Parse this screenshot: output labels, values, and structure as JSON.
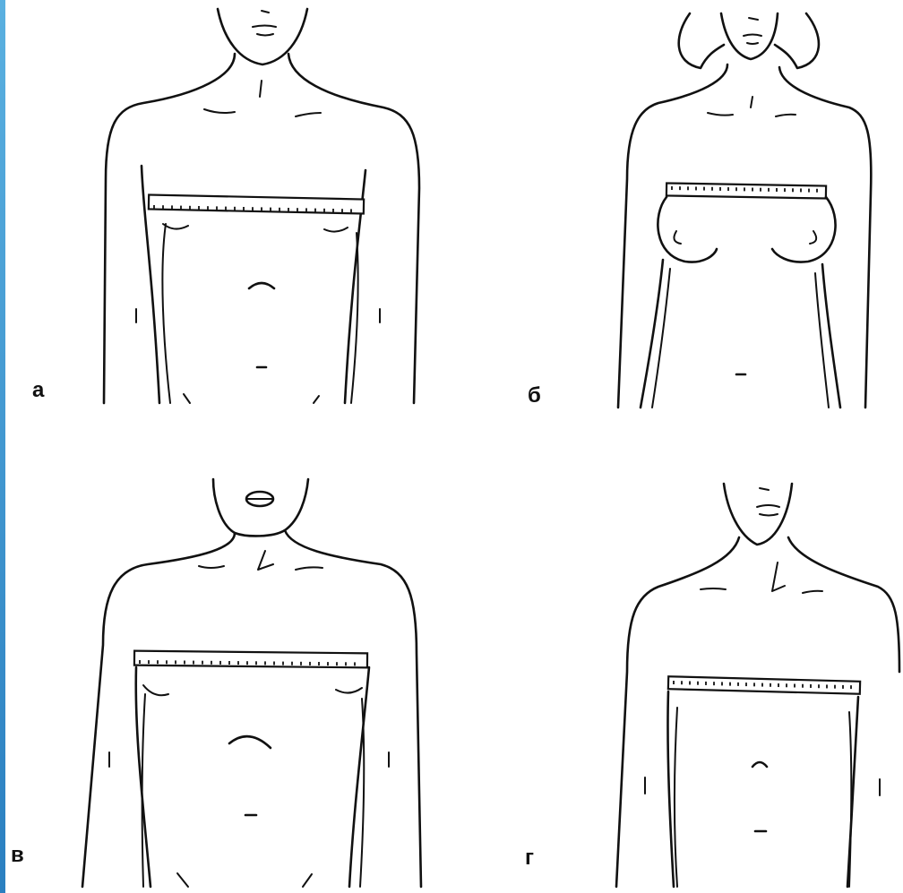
{
  "panels": [
    {
      "id": "a",
      "label": "а"
    },
    {
      "id": "b",
      "label": "б"
    },
    {
      "id": "v",
      "label": "в"
    },
    {
      "id": "g",
      "label": "г"
    }
  ],
  "colors": {
    "line": "#111111",
    "background": "#ffffff",
    "edge_bar": "#2a7fc0"
  }
}
